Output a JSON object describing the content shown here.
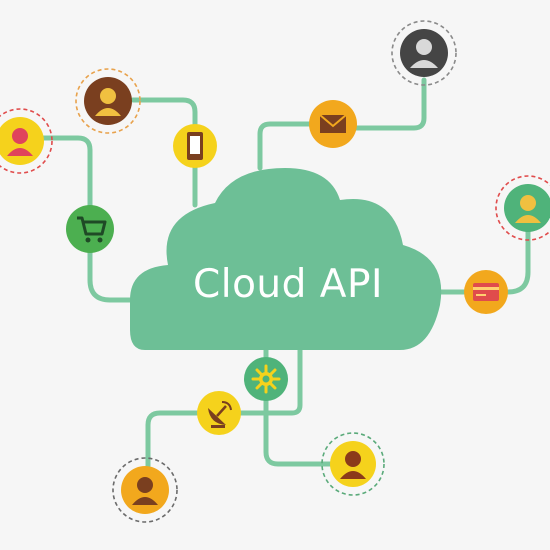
{
  "cloud": {
    "title": "Cloud API"
  },
  "colors": {
    "background": "#f6f6f6",
    "cloud": "#6dbf96",
    "connector": "#7dc9a0",
    "dashed_ring": "#8a8a8a",
    "dashed_ring_alt": "#e04c4c",
    "gold_node": "#f2a81d",
    "yellow_node": "#f5d21c",
    "green_node": "#4caf50",
    "dark_node": "#454545"
  },
  "nodes": [
    {
      "name": "avatar-gray-person-icon",
      "icon": "person"
    },
    {
      "name": "avatar-brown-person-icon",
      "icon": "person"
    },
    {
      "name": "avatar-pink-person-icon",
      "icon": "person"
    },
    {
      "name": "avatar-green-person-icon",
      "icon": "person"
    },
    {
      "name": "avatar-orange-person-icon",
      "icon": "person"
    },
    {
      "name": "avatar-bottom-person-icon",
      "icon": "person"
    },
    {
      "name": "mobile-phone-icon",
      "icon": "phone"
    },
    {
      "name": "mail-envelope-icon",
      "icon": "envelope"
    },
    {
      "name": "shopping-cart-icon",
      "icon": "cart"
    },
    {
      "name": "credit-card-icon",
      "icon": "card"
    },
    {
      "name": "gear-icon",
      "icon": "gear"
    },
    {
      "name": "satellite-dish-icon",
      "icon": "satellite"
    }
  ]
}
